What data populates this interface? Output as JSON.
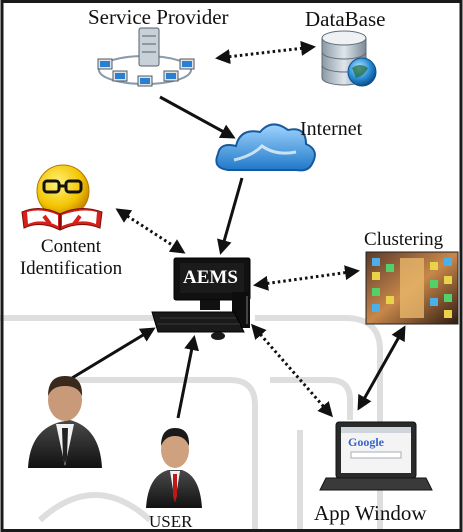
{
  "nodes": {
    "service_provider": {
      "label": "Service Provider"
    },
    "database": {
      "label": "DataBase"
    },
    "internet": {
      "label": "Internet"
    },
    "content_identification": {
      "label": "Content Identification"
    },
    "aems": {
      "label": "AEMS"
    },
    "clustering": {
      "label": "Clustering"
    },
    "user": {
      "label": "USER"
    },
    "app_window": {
      "label": "App Window",
      "browser_logo": "Google"
    }
  },
  "edges": [
    {
      "from": "service_provider",
      "to": "database",
      "style": "dotted",
      "direction": "both"
    },
    {
      "from": "service_provider",
      "to": "internet",
      "style": "solid",
      "direction": "forward"
    },
    {
      "from": "internet",
      "to": "aems",
      "style": "solid",
      "direction": "forward"
    },
    {
      "from": "content_identification",
      "to": "aems",
      "style": "dotted",
      "direction": "both"
    },
    {
      "from": "aems",
      "to": "clustering",
      "style": "dotted",
      "direction": "both"
    },
    {
      "from": "aems",
      "to": "app_window",
      "style": "dotted",
      "direction": "both"
    },
    {
      "from": "clustering",
      "to": "app_window",
      "style": "solid",
      "direction": "both"
    },
    {
      "from": "user_admin",
      "to": "aems",
      "style": "solid",
      "direction": "forward"
    },
    {
      "from": "user",
      "to": "aems",
      "style": "solid",
      "direction": "forward"
    }
  ],
  "colors": {
    "arrow": "#111111",
    "frame": "#1a1a1a",
    "watermark": "#dedede",
    "cloud": "#2f8fd8",
    "aems_text": "#ffffff"
  }
}
